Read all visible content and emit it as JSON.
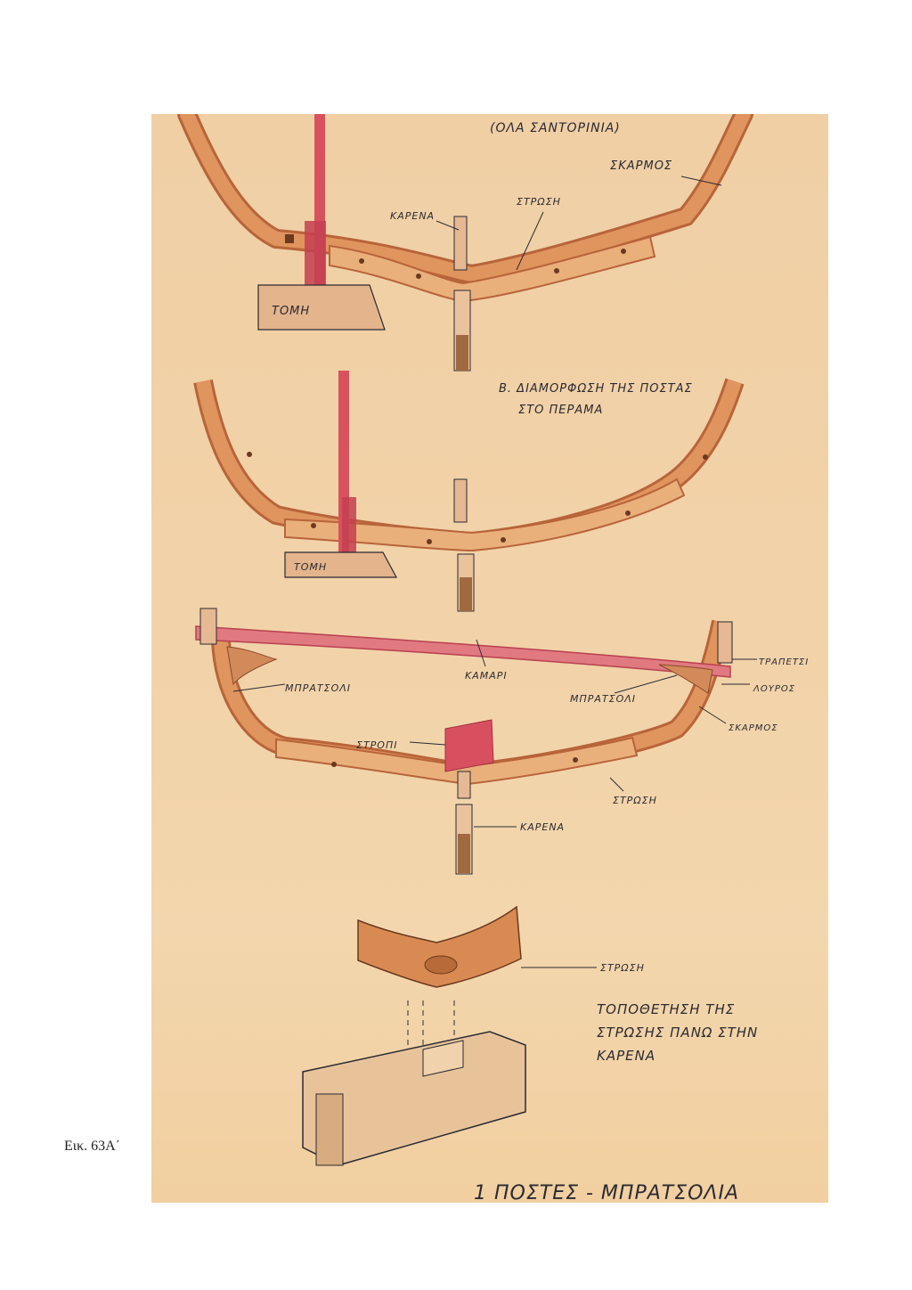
{
  "figure": {
    "caption": "Εικ. 63Α΄"
  },
  "panel1": {
    "title": "(ΟΛΑ ΣΑΝΤΟΡΙΝΙΑ)",
    "labels": {
      "skarmos": "ΣΚΑΡΜΟΣ",
      "stroosi": "ΣΤΡΩΣΗ",
      "karena": "ΚΑΡΕΝΑ",
      "tomi": "ΤΟΜΗ"
    }
  },
  "panel2": {
    "title_line1": "Β. ΔΙΑΜΟΡΦΩΣΗ ΤΗΣ ΠΟΣΤΑΣ",
    "title_line2": "ΣΤΟ ΠΕΡΑΜΑ",
    "labels": {
      "tomi": "ΤΟΜΗ"
    }
  },
  "panel3": {
    "labels": {
      "kamari": "ΚΑΜΑΡΙ",
      "bratsoli_left": "ΜΠΡΑΤΣΟΛΙ",
      "bratsoli_right": "ΜΠΡΑΤΣΟΛΙ",
      "trapetsi": "ΤΡΑΠΕΤΣΙ",
      "louros": "ΛΟΥΡΟΣ",
      "skarmos": "ΣΚΑΡΜΟΣ",
      "stropi": "ΣΤΡΟΠΙ",
      "stroosi": "ΣΤΡΩΣΗ",
      "karena": "ΚΑΡΕΝΑ"
    }
  },
  "panel4": {
    "labels": {
      "stroosi": "ΣΤΡΩΣΗ"
    },
    "note_line1": "ΤΟΠΟΘΕΤΗΣΗ ΤΗΣ",
    "note_line2": "ΣΤΡΩΣΗΣ ΠΑΝΩ ΣΤΗΝ",
    "note_line3": "ΚΑΡΕΝΑ",
    "bottom_title": "1 ΠΟΣΤΕΣ - ΜΠΡΑΤΣΟΛΙΑ"
  },
  "colors": {
    "paper": "#f2d2a8",
    "timber": "#e0945e",
    "timber_dark": "#b8643a",
    "red_member": "#d8525e",
    "ink": "#2a2a33"
  }
}
